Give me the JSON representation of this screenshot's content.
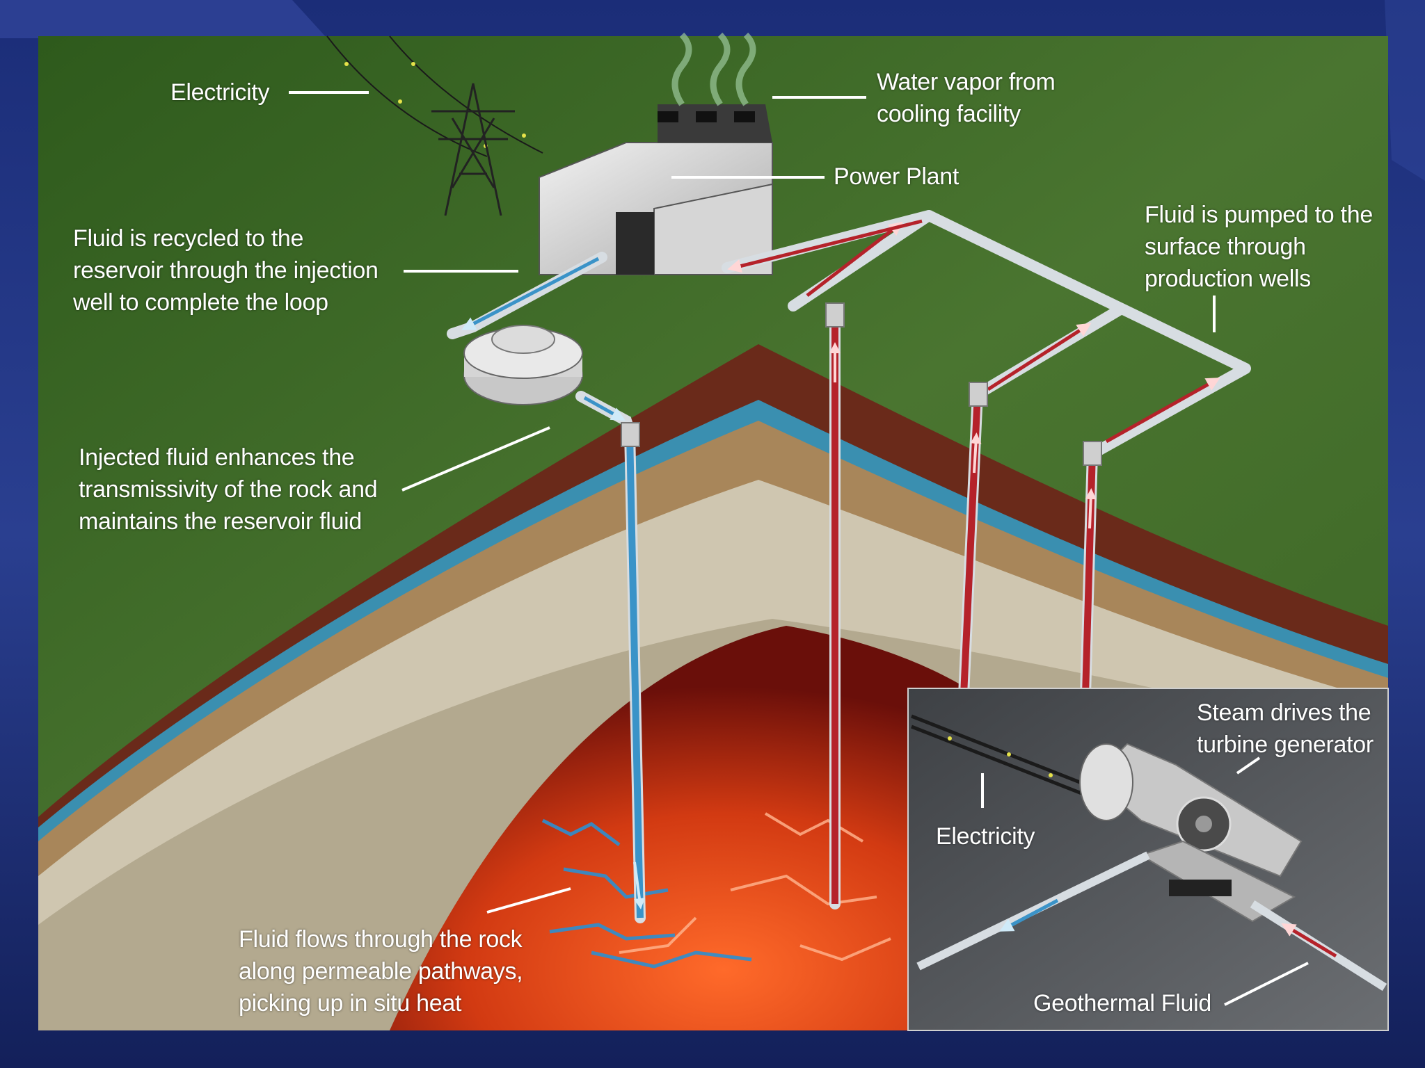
{
  "labels": {
    "electricity_top": "Electricity",
    "water_vapor": "Water vapor from\ncooling facility",
    "power_plant": "Power Plant",
    "fluid_recycled": "Fluid is recycled to the\nreservoir through the injection\nwell to complete the loop",
    "fluid_pumped": "Fluid is pumped to the\nsurface through\nproduction wells",
    "injected_fluid": "Injected fluid enhances the\ntransmissivity of the rock and\nmaintains the reservoir fluid",
    "fluid_flows": "Fluid flows through the rock\nalong permeable pathways,\npicking up in situ heat",
    "steam_turbine": "Steam drives the\nturbine generator",
    "electricity_inset": "Electricity",
    "geothermal_fluid": "Geothermal Fluid"
  },
  "colors": {
    "slide_background": "#1a2a6a",
    "ground_surface": "#3f6a26",
    "hot_rock": "#c1320f",
    "cold_fluid": "#3a93c8",
    "hot_fluid": "#b5222a",
    "inset_panel": "#55585c"
  },
  "icons": [
    "power-plant-icon",
    "cooling-tower-icon",
    "transmission-tower-icon",
    "pump-icon",
    "turbine-generator-icon"
  ]
}
